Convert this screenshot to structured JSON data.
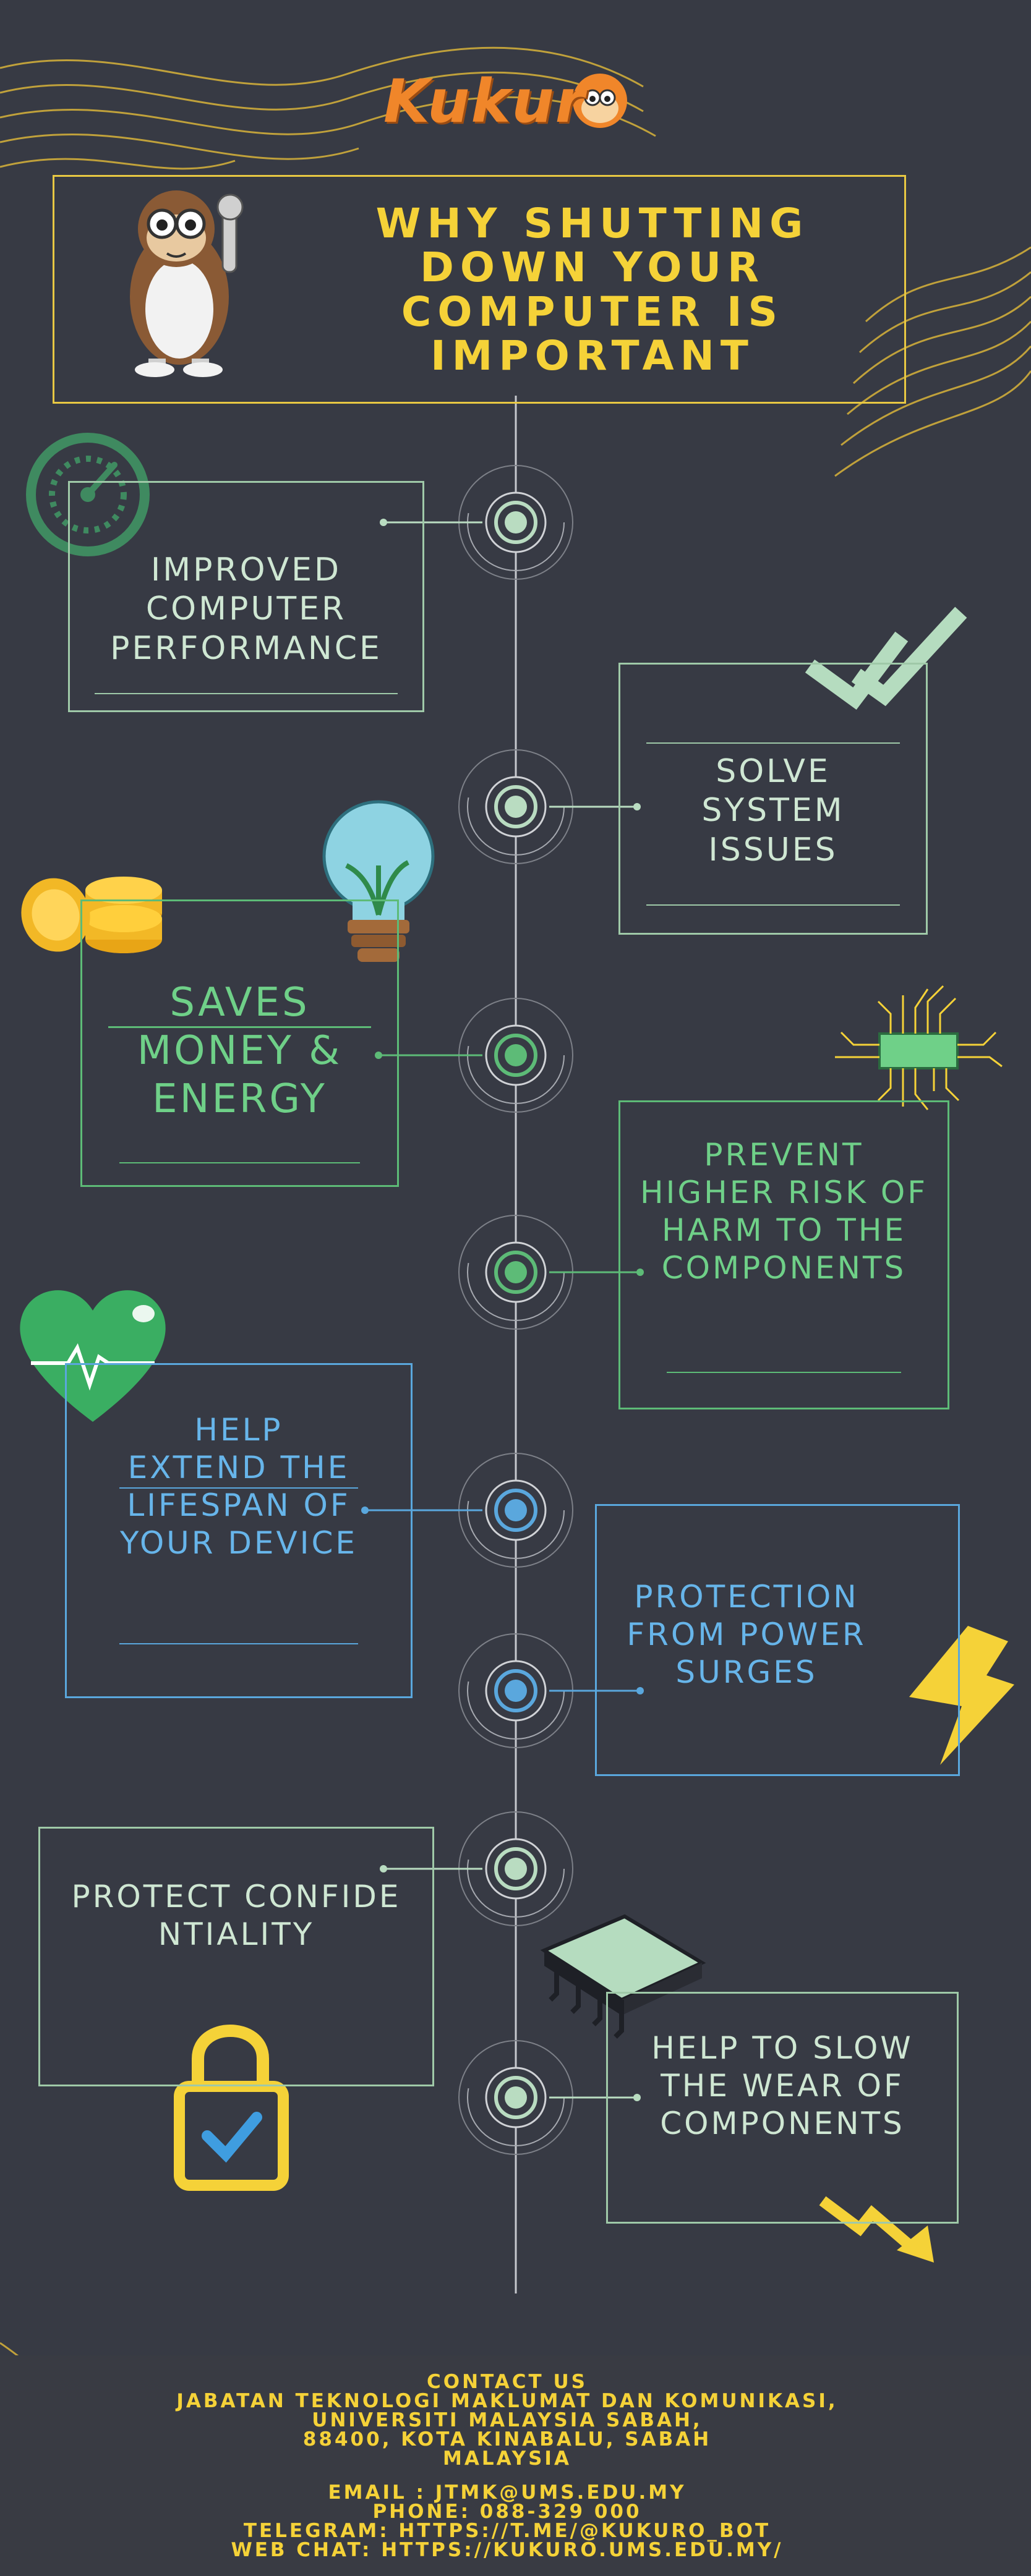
{
  "brand": {
    "logo": "Kukur"
  },
  "title": "WHY SHUTTING DOWN YOUR COMPUTER IS IMPORTANT",
  "reasons": [
    {
      "label": "IMPROVED COMPUTER PERFORMANCE",
      "icon": "speedometer-icon"
    },
    {
      "label": "SOLVE SYSTEM ISSUES",
      "icon": "double-check-icon"
    },
    {
      "label": "SAVES MONEY & ENERGY",
      "icon": "coins-lightbulb-icon"
    },
    {
      "label": "PREVENT HIGHER RISK OF HARM TO THE COMPONENTS",
      "icon": "microchip-icon"
    },
    {
      "label": "HELP EXTEND THE LIFESPAN OF YOUR DEVICE",
      "icon": "heart-pulse-icon"
    },
    {
      "label": "PROTECTION FROM POWER SURGES",
      "icon": "lightning-icon"
    },
    {
      "label": "PROTECT CONFIDENTIALITY",
      "icon": "padlock-icon"
    },
    {
      "label": "HELP TO SLOW THE WEAR OF COMPONENTS",
      "icon": "chip-trend-down-icon"
    }
  ],
  "contact": {
    "heading": "CONTACT US",
    "org_line1": "JABATAN TEKNOLOGI MAKLUMAT DAN KOMUNIKASI,",
    "org_line2": "UNIVERSITI MALAYSIA SABAH,",
    "org_line3": "88400, KOTA KINABALU, SABAH",
    "org_line4": "MALAYSIA",
    "email": "EMAIL : JTMK@UMS.EDU.MY",
    "phone": "PHONE: 088-329 000",
    "telegram": "TELEGRAM: HTTPS://T.ME/@KUKURO_BOT",
    "webchat": "WEB CHAT: HTTPS://KUKURO.UMS.EDU.MY/"
  },
  "colors": {
    "background": "#373a44",
    "yellow": "#f5d238",
    "light_green": "#cfe7d3",
    "green": "#6fd088",
    "blue": "#67b5ea",
    "orange": "#f0862a"
  }
}
